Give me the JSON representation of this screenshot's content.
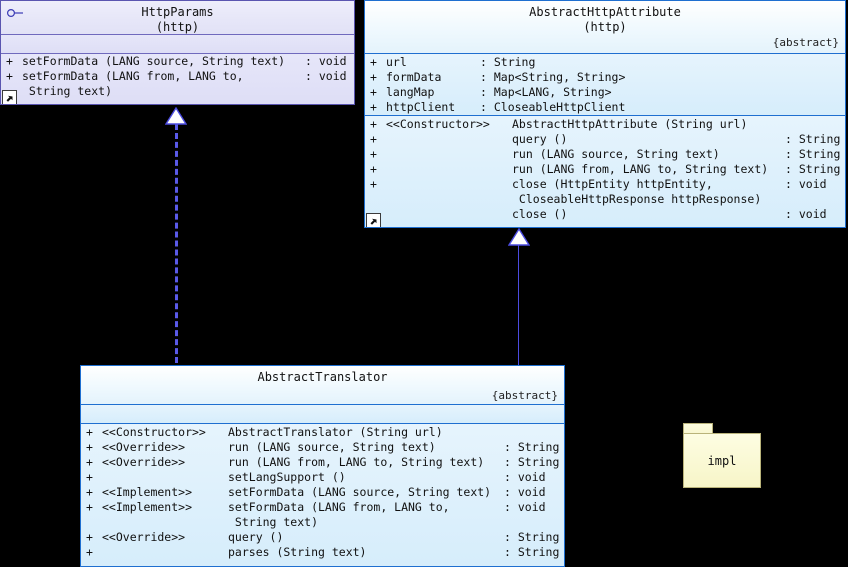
{
  "diagram": {
    "background": "#000000",
    "accent_class_border": "#1f6fd0",
    "accent_interface_border": "#5a55b0",
    "connector_color": "#4b4be0",
    "package_fill": "#f8f6cf"
  },
  "classes": [
    {
      "id": "httpparams",
      "kind": "interface",
      "name": "HttpParams",
      "package": "(http)",
      "abstract_tag": "",
      "icons": {
        "lollipop": "interface-lollipop-icon",
        "expand": "expand-badge-icon"
      },
      "attributes": [],
      "operations": [
        {
          "vis": "+",
          "stereotype": "",
          "signature": "setFormData (LANG source, String text)",
          "type": ": void"
        },
        {
          "vis": "+",
          "stereotype": "",
          "signature": "setFormData (LANG from, LANG to,",
          "type": ": void"
        },
        {
          "vis": "",
          "stereotype": "",
          "signature": " String text)",
          "type": ""
        }
      ]
    },
    {
      "id": "abstracthttpattribute",
      "kind": "class",
      "name": "AbstractHttpAttribute",
      "package": "(http)",
      "abstract_tag": "{abstract}",
      "icons": {
        "expand": "expand-badge-icon"
      },
      "attributes": [
        {
          "vis": "+",
          "name": "url",
          "type": ": String"
        },
        {
          "vis": "+",
          "name": "formData",
          "type": ": Map<String, String>"
        },
        {
          "vis": "+",
          "name": "langMap",
          "type": ": Map<LANG, String>"
        },
        {
          "vis": "+",
          "name": "httpClient",
          "type": ": CloseableHttpClient"
        }
      ],
      "operations": [
        {
          "vis": "+",
          "stereotype": "<<Constructor>>",
          "signature": "AbstractHttpAttribute (String url)",
          "type": ""
        },
        {
          "vis": "+",
          "stereotype": "",
          "signature": "query ()",
          "type": ": String"
        },
        {
          "vis": "+",
          "stereotype": "",
          "signature": "run (LANG source, String text)",
          "type": ": String"
        },
        {
          "vis": "+",
          "stereotype": "",
          "signature": "run (LANG from, LANG to, String text)",
          "type": ": String"
        },
        {
          "vis": "+",
          "stereotype": "",
          "signature": "close (HttpEntity httpEntity,",
          "type": ": void"
        },
        {
          "vis": "",
          "stereotype": "",
          "signature": " CloseableHttpResponse httpResponse)",
          "type": ""
        },
        {
          "vis": "",
          "stereotype": "",
          "signature": "close ()",
          "type": ": void"
        }
      ]
    },
    {
      "id": "abstracttranslator",
      "kind": "class",
      "name": "AbstractTranslator",
      "package": "",
      "abstract_tag": "{abstract}",
      "icons": {},
      "attributes": [],
      "operations": [
        {
          "vis": "+",
          "stereotype": "<<Constructor>>",
          "signature": "AbstractTranslator (String url)",
          "type": ""
        },
        {
          "vis": "+",
          "stereotype": "<<Override>>",
          "signature": "run (LANG source, String text)",
          "type": ": String"
        },
        {
          "vis": "+",
          "stereotype": "<<Override>>",
          "signature": "run (LANG from, LANG to, String text)",
          "type": ": String"
        },
        {
          "vis": "+",
          "stereotype": "",
          "signature": "setLangSupport ()",
          "type": ": void"
        },
        {
          "vis": "+",
          "stereotype": "<<Implement>>",
          "signature": "setFormData (LANG source, String text)",
          "type": ": void"
        },
        {
          "vis": "+",
          "stereotype": "<<Implement>>",
          "signature": "setFormData (LANG from, LANG to,",
          "type": ": void"
        },
        {
          "vis": "",
          "stereotype": "",
          "signature": " String text)",
          "type": ""
        },
        {
          "vis": "+",
          "stereotype": "<<Override>>",
          "signature": "query ()",
          "type": ": String"
        },
        {
          "vis": "+",
          "stereotype": "",
          "signature": "parses (String text)",
          "type": ": String"
        }
      ]
    }
  ],
  "packages": [
    {
      "id": "impl",
      "label": "impl"
    }
  ],
  "connectors": [
    {
      "id": "realization",
      "from": "abstracttranslator",
      "to": "httpparams",
      "style": "dashed",
      "arrow": "hollow-triangle"
    },
    {
      "id": "generalization",
      "from": "abstracttranslator",
      "to": "abstracthttpattribute",
      "style": "solid",
      "arrow": "hollow-triangle"
    }
  ]
}
